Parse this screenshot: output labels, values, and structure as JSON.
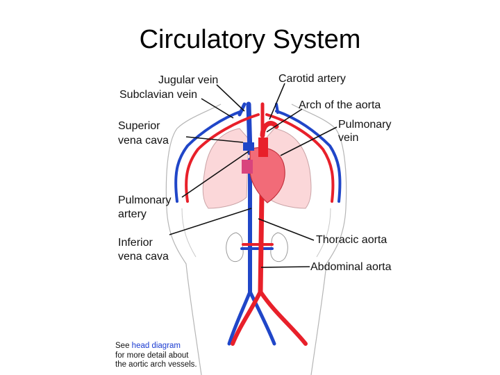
{
  "title": "Circulatory System",
  "labels": {
    "jugular_vein": "Jugular vein",
    "subclavian_vein": "Subclavian vein",
    "superior_vena_cava": [
      "Superior",
      "vena cava"
    ],
    "pulmonary_artery": [
      "Pulmonary",
      "artery"
    ],
    "inferior_vena_cava": [
      "Inferior",
      "vena cava"
    ],
    "carotid_artery": "Carotid artery",
    "arch_of_aorta": "Arch of the aorta",
    "pulmonary_vein": [
      "Pulmonary",
      "vein"
    ],
    "thoracic_aorta": "Thoracic aorta",
    "abdominal_aorta": "Abdominal aorta"
  },
  "note": {
    "prefix": "See ",
    "link": "head diagram",
    "line2": "for more detail about",
    "line3": "the aortic arch vessels."
  },
  "colors": {
    "artery": "#e8202a",
    "vein": "#2046c8",
    "lung": "#fbd7d9",
    "heart": "#f26b78",
    "body_outline": "#b5b5b5"
  }
}
